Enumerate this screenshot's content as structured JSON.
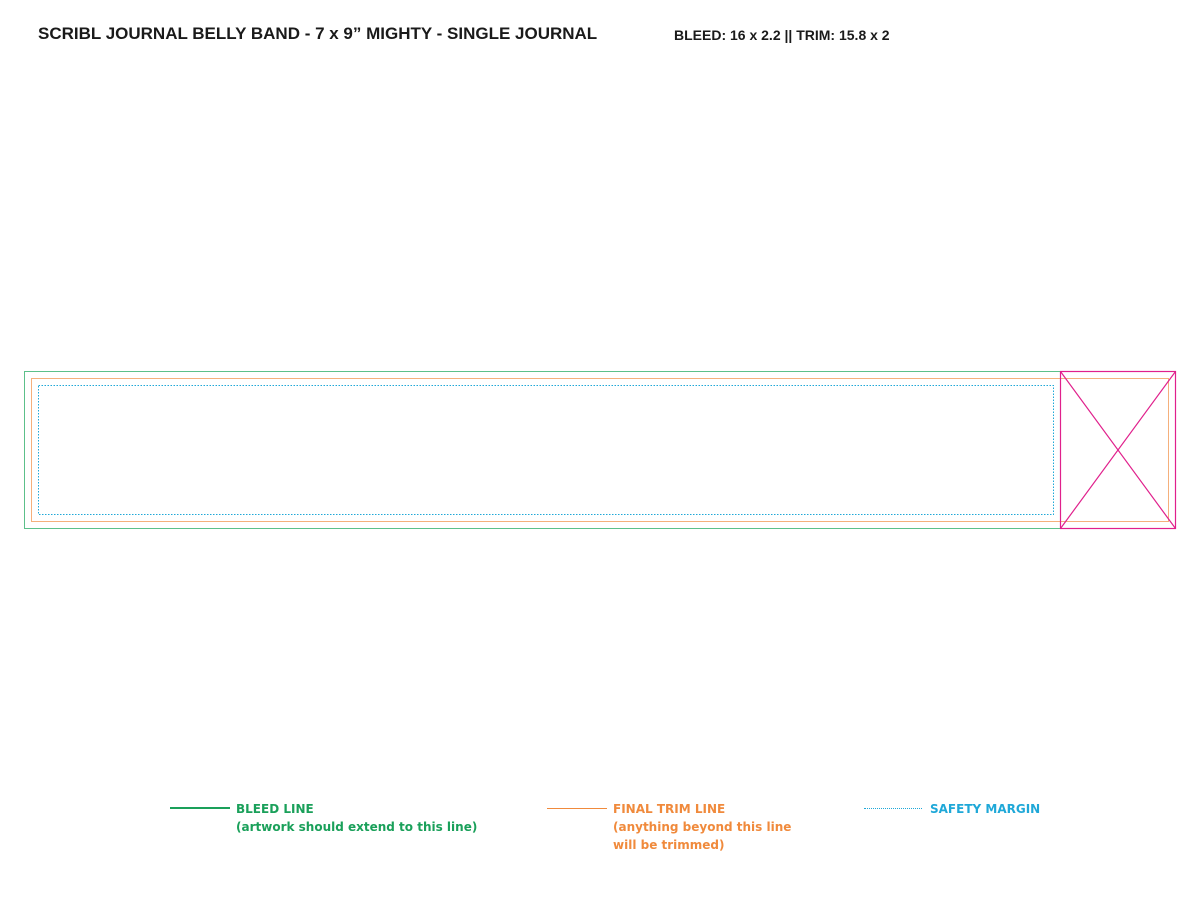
{
  "header": {
    "title": "SCRIBL JOURNAL BELLY BAND - 7 x 9” MIGHTY - SINGLE JOURNAL",
    "dimensions": "BLEED: 16 x 2.2 || TRIM: 15.8 x 2"
  },
  "colors": {
    "bleed": "#1aa05a",
    "trim": "#f08a3c",
    "safety": "#1fa8d8",
    "cutout": "#e0208c"
  },
  "legend": {
    "bleed": {
      "label": "BLEED LINE",
      "note": "(artwork should extend to this line)"
    },
    "trim": {
      "label": "FINAL TRIM LINE",
      "note_line1": "(anything beyond this line",
      "note_line2": "will be trimmed)"
    },
    "safety": {
      "label": "SAFETY MARGIN"
    }
  }
}
